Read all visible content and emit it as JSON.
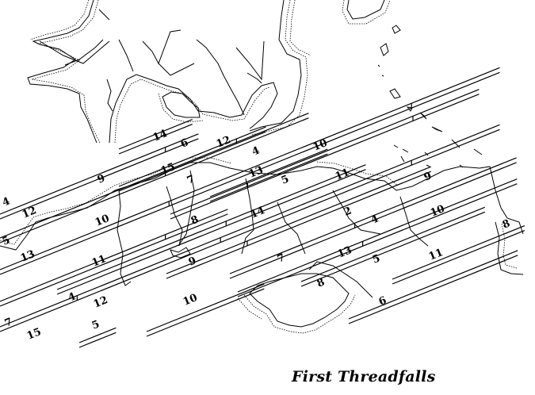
{
  "title": "First Threadfalls",
  "band_angle_deg": -22,
  "band_labels": [
    {
      "id": "b14a",
      "text": "14"
    },
    {
      "id": "b6a",
      "text": "6"
    },
    {
      "id": "b12a",
      "text": "12"
    },
    {
      "id": "b4a",
      "text": "4"
    },
    {
      "id": "b10a",
      "text": "10"
    },
    {
      "id": "b9a",
      "text": "9"
    },
    {
      "id": "b15a",
      "text": "15"
    },
    {
      "id": "b7a",
      "text": "7"
    },
    {
      "id": "b13a",
      "text": "13"
    },
    {
      "id": "b11a",
      "text": "11"
    },
    {
      "id": "b4b",
      "text": "4"
    },
    {
      "id": "b5a",
      "text": "5"
    },
    {
      "id": "b12b",
      "text": "12"
    },
    {
      "id": "b10b",
      "text": "10"
    },
    {
      "id": "b8a",
      "text": "8"
    },
    {
      "id": "b14b",
      "text": "14"
    },
    {
      "id": "b2a",
      "text": "2"
    },
    {
      "id": "b4c",
      "text": "4"
    },
    {
      "id": "b10c",
      "text": "10"
    },
    {
      "id": "b9b",
      "text": "9"
    },
    {
      "id": "b5b",
      "text": "5"
    },
    {
      "id": "b13b",
      "text": "13"
    },
    {
      "id": "b11b",
      "text": "11"
    },
    {
      "id": "b9c",
      "text": "9"
    },
    {
      "id": "b7b",
      "text": "7"
    },
    {
      "id": "b13c",
      "text": "13"
    },
    {
      "id": "b5c",
      "text": "5"
    },
    {
      "id": "b11c",
      "text": "11"
    },
    {
      "id": "b8b",
      "text": "8"
    },
    {
      "id": "b4d",
      "text": "4"
    },
    {
      "id": "b12c",
      "text": "12"
    },
    {
      "id": "b10d",
      "text": "10"
    },
    {
      "id": "b6b",
      "text": "6"
    },
    {
      "id": "b7c",
      "text": "7"
    },
    {
      "id": "b15b",
      "text": "15"
    },
    {
      "id": "b5d",
      "text": "5"
    },
    {
      "id": "b8c",
      "text": "8"
    }
  ]
}
